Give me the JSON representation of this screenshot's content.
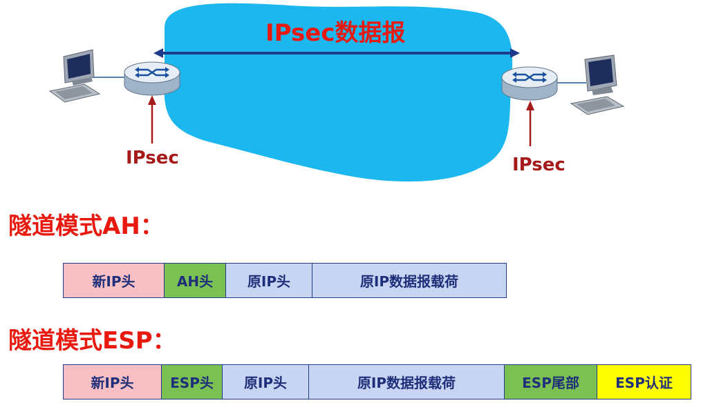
{
  "diagram": {
    "title": "IPsec数据报",
    "left_label": "IPsec",
    "right_label": "IPsec",
    "colors": {
      "cloud": "#1bb7ee",
      "title": "#e8190f",
      "ipsec_label": "#a61a1a",
      "arrow": "#1f3a8a"
    }
  },
  "ah_section": {
    "heading": "隧道模式AH：",
    "fields": [
      {
        "label": "新IP头",
        "color": "#f8c0c4"
      },
      {
        "label": "AH头",
        "color": "#7ac052"
      },
      {
        "label": "原IP头",
        "color": "#c7d4f2"
      },
      {
        "label": "原IP数据报载荷",
        "color": "#c7d4f2"
      }
    ]
  },
  "esp_section": {
    "heading": "隧道模式ESP：",
    "fields": [
      {
        "label": "新IP头",
        "color": "#f8c0c4"
      },
      {
        "label": "ESP头",
        "color": "#7ac052"
      },
      {
        "label": "原IP头",
        "color": "#c7d4f2"
      },
      {
        "label": "原IP数据报载荷",
        "color": "#c7d4f2"
      },
      {
        "label": "ESP尾部",
        "color": "#7ac052"
      },
      {
        "label": "ESP认证",
        "color": "#ffff00"
      }
    ]
  }
}
